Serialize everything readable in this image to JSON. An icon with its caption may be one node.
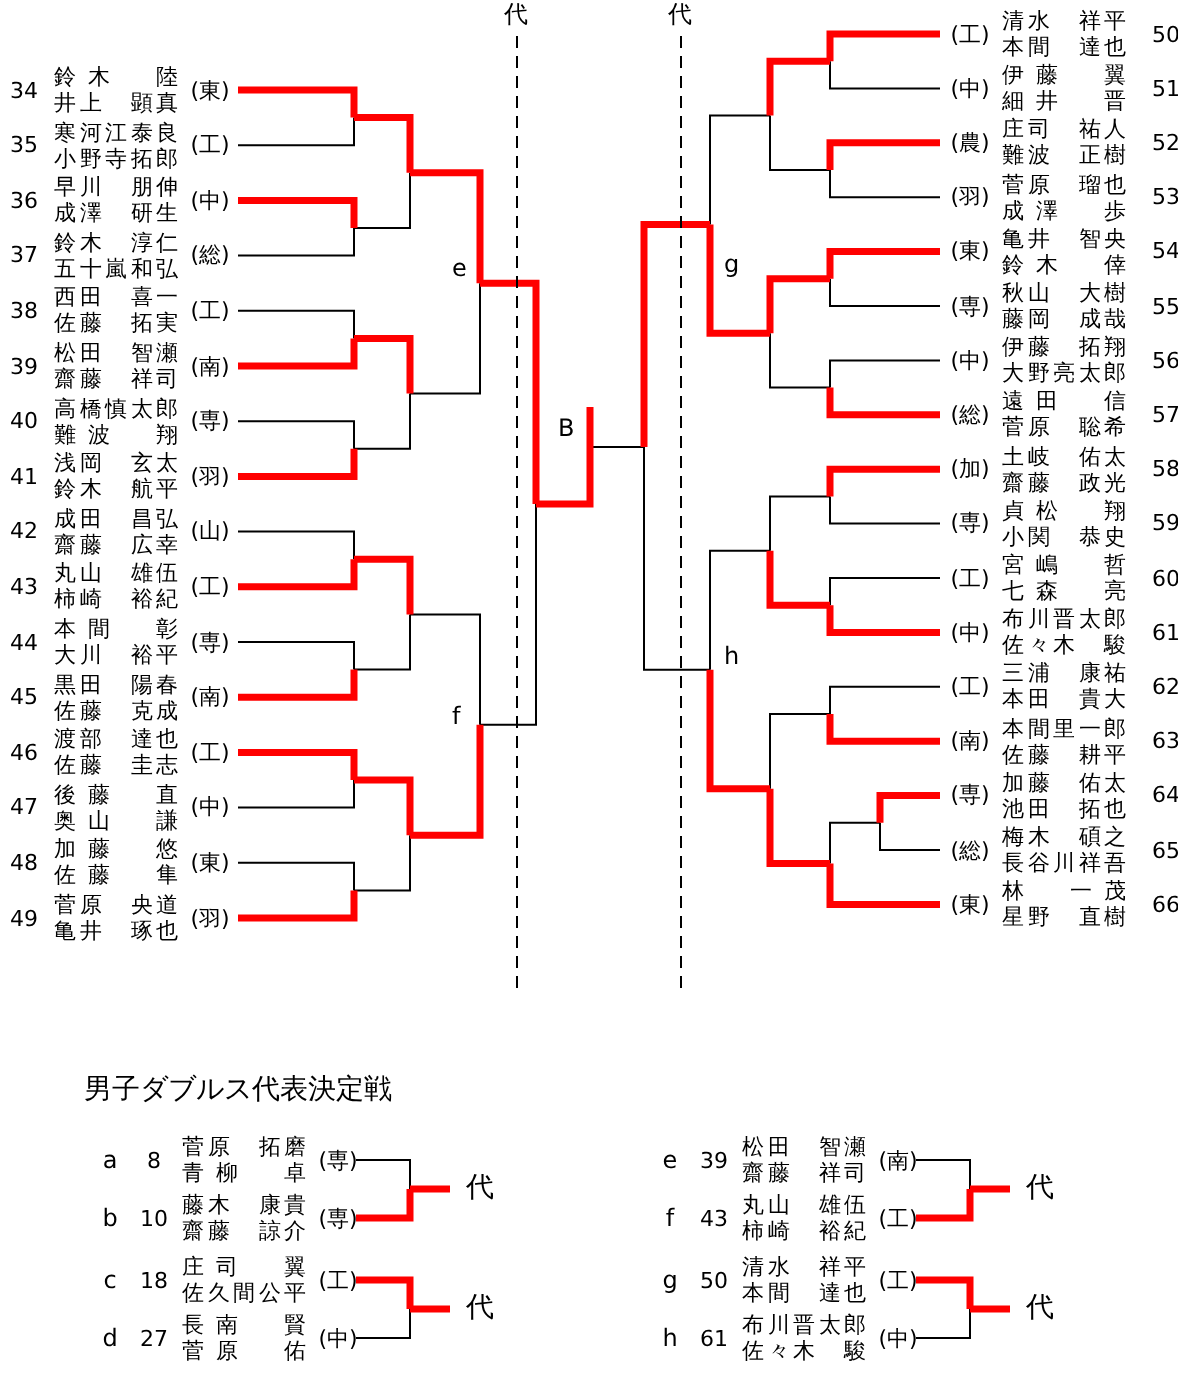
{
  "diagram": {
    "nodes": [
      {
        "text": [
          "34",
          "鈴木　陸",
          "井上　顕真",
          "(東)"
        ]
      },
      {
        "text": [
          "35",
          "寒河江泰良",
          "小野寺拓郎",
          "(工)"
        ]
      },
      {
        "text": [
          "36",
          "早川　朋伸",
          "成澤　研生",
          "(中)"
        ]
      },
      {
        "text": [
          "37",
          "鈴木　淳仁",
          "五十嵐和弘",
          "(総)"
        ]
      },
      {
        "text": [
          "38",
          "西田　喜一",
          "佐藤　拓実",
          "(工)"
        ]
      },
      {
        "text": [
          "39",
          "松田　智瀬",
          "齋藤　祥司",
          "(南)"
        ]
      },
      {
        "text": [
          "40",
          "高橋慎太郎",
          "難波　翔",
          "(専)"
        ]
      },
      {
        "text": [
          "41",
          "浅岡　玄太",
          "鈴木　航平",
          "(羽)"
        ]
      },
      {
        "text": [
          "42",
          "成田　昌弘",
          "齋藤　広幸",
          "(山)"
        ]
      },
      {
        "text": [
          "43",
          "丸山　雄伍",
          "柿崎　裕紀",
          "(工)"
        ]
      },
      {
        "text": [
          "44",
          "本間　彰",
          "大川　裕平",
          "(専)"
        ]
      },
      {
        "text": [
          "45",
          "黒田　陽春",
          "佐藤　克成",
          "(南)"
        ]
      },
      {
        "text": [
          "46",
          "渡部　達也",
          "佐藤　圭志",
          "(工)"
        ]
      },
      {
        "text": [
          "47",
          "後藤　直",
          "奥山　謙",
          "(中)"
        ]
      },
      {
        "text": [
          "48",
          "加藤　悠",
          "佐藤　隼",
          "(東)"
        ]
      },
      {
        "text": [
          "49",
          "菅原　央道",
          "亀井　琢也",
          "(羽)"
        ]
      },
      {
        "text": [
          "50",
          "清水　祥平",
          "本間　達也",
          "(工)"
        ]
      },
      {
        "text": [
          "51",
          "伊藤　翼",
          "細井　晋",
          "(中)"
        ]
      },
      {
        "text": [
          "52",
          "庄司　祐人",
          "難波　正樹",
          "(農)"
        ]
      },
      {
        "text": [
          "53",
          "菅原　瑠也",
          "成澤　歩",
          "(羽)"
        ]
      },
      {
        "text": [
          "54",
          "亀井　智央",
          "鈴木　倖",
          "(東)"
        ]
      },
      {
        "text": [
          "55",
          "秋山　大樹",
          "藤岡　成哉",
          "(専)"
        ]
      },
      {
        "text": [
          "56",
          "伊藤　拓翔",
          "大野亮太郎",
          "(中)"
        ]
      },
      {
        "text": [
          "57",
          "遠田　信",
          "菅原　聡希",
          "(総)"
        ]
      },
      {
        "text": [
          "58",
          "土岐　佑太",
          "齋藤　政光",
          "(加)"
        ]
      },
      {
        "text": [
          "59",
          "貞松　翔",
          "小関　恭史",
          "(専)"
        ]
      },
      {
        "text": [
          "60",
          "宮嶋　哲",
          "七森　亮",
          "(工)"
        ]
      },
      {
        "text": [
          "61",
          "布川晋太郎",
          "佐々木　駿",
          "(中)"
        ]
      },
      {
        "text": [
          "62",
          "三浦　康祐",
          "本田　貴大",
          "(工)"
        ]
      },
      {
        "text": [
          "63",
          "本間里一郎",
          "佐藤　耕平",
          "(南)"
        ]
      },
      {
        "text": [
          "64",
          "加藤　佑太",
          "池田　拓也",
          "(専)"
        ]
      },
      {
        "text": [
          "65",
          "梅木　碩之",
          "長谷川祥吾",
          "(総)"
        ]
      },
      {
        "text": [
          "66",
          "林　一茂",
          "星野　直樹",
          "(東)"
        ]
      },
      {
        "text": [
          "a",
          "8",
          "菅原　拓磨",
          "青柳　卓",
          "(専)"
        ]
      },
      {
        "text": [
          "b",
          "10",
          "藤木　康貴",
          "齋藤　諒介",
          "(専)"
        ]
      },
      {
        "text": [
          "c",
          "18",
          "庄司　翼",
          "佐久間公平",
          "(工)"
        ]
      },
      {
        "text": [
          "d",
          "27",
          "長南　賢",
          "菅原　佑",
          "(中)"
        ]
      },
      {
        "text": [
          "e",
          "39",
          "松田　智瀬",
          "齋藤　祥司",
          "(南)"
        ]
      },
      {
        "text": [
          "f",
          "43",
          "丸山　雄伍",
          "柿崎　裕紀",
          "(工)"
        ]
      },
      {
        "text": [
          "g",
          "50",
          "清水　祥平",
          "本間　達也",
          "(工)"
        ]
      },
      {
        "text": [
          "h",
          "61",
          "布川晋太郎",
          "佐々木　駿",
          "(中)"
        ]
      }
    ],
    "labels": [
      "代",
      "代",
      "e",
      "f",
      "g",
      "h",
      "B",
      "男子ダブルス代表決定戦",
      "代",
      "代",
      "代",
      "代"
    ]
  }
}
